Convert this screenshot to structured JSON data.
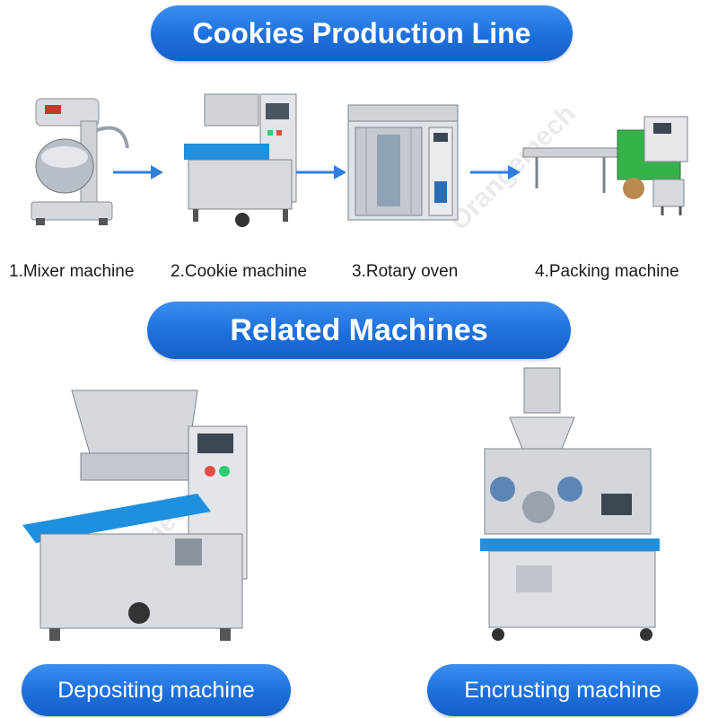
{
  "header": {
    "title": "Cookies Production Line"
  },
  "steps": [
    {
      "label": "1.Mixer machine",
      "icon": "mixer-machine-icon"
    },
    {
      "label": "2.Cookie machine",
      "icon": "cookie-machine-icon"
    },
    {
      "label": "3.Rotary oven",
      "icon": "rotary-oven-icon"
    },
    {
      "label": "4.Packing machine",
      "icon": "packing-machine-icon"
    }
  ],
  "related": {
    "title": "Related Machines",
    "items": [
      {
        "label": "Depositing machine",
        "icon": "depositing-machine-icon"
      },
      {
        "label": "Encrusting machine",
        "icon": "encrusting-machine-icon"
      }
    ]
  },
  "watermark": {
    "text": "Orangemech"
  },
  "colors": {
    "accent": "#1d6fdc",
    "belt": "#1f8fe0",
    "arrow": "#2f7fe0",
    "steel": "#c9cdd2"
  }
}
